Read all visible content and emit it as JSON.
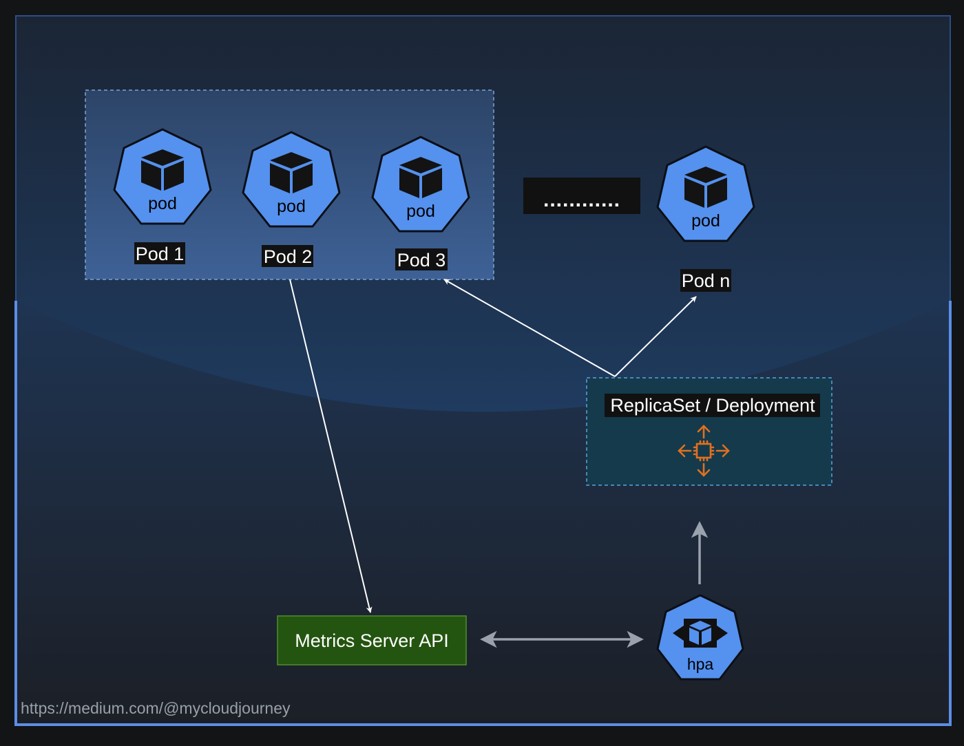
{
  "pods": [
    {
      "icon_text": "pod",
      "label": "Pod 1"
    },
    {
      "icon_text": "pod",
      "label": "Pod 2"
    },
    {
      "icon_text": "pod",
      "label": "Pod 3"
    },
    {
      "icon_text": "pod",
      "label": "Pod n"
    }
  ],
  "ellipsis": "............",
  "replicaset": {
    "label": "ReplicaSet / Deployment",
    "icon": "autoscaling-chip-icon"
  },
  "metrics_server": {
    "label": "Metrics Server API"
  },
  "hpa": {
    "icon_text": "hpa",
    "icon": "hpa-cube-arrows-icon"
  },
  "watermark": "https://medium.com/@mycloudjourney",
  "colors": {
    "k8s_blue": "#5591ee",
    "frame_blue": "#5b8ee6",
    "metrics_green": "#245510",
    "autoscale_orange": "#e0701f",
    "replicaset_fill": "#143a4c",
    "pod_group_dash": "#7fa3d0"
  }
}
